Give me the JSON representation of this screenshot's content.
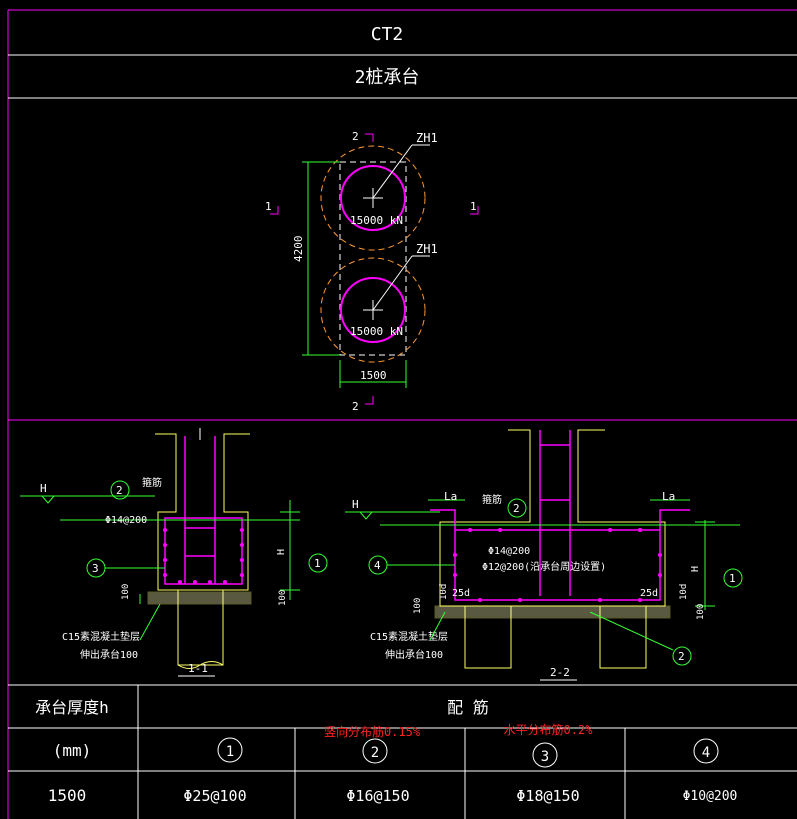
{
  "header": {
    "code": "CT2",
    "subtitle": "2桩承台"
  },
  "plan": {
    "section_1_left": "1",
    "section_1_right": "1",
    "section_2_top": "2",
    "section_2_bottom": "2",
    "pile_label_top": "ZH1",
    "pile_label_bottom": "ZH1",
    "pile_load_top": "15000 kN",
    "pile_load_bottom": "15000 kN",
    "dim_length": "4200",
    "dim_width": "1500"
  },
  "section_1_1": {
    "title": "1-1",
    "ground": "H",
    "stirrup": "箍筋",
    "top_bar": "Φ14@200",
    "height": "H",
    "dim_100": "100",
    "dim_100b": "100",
    "cushion_line1": "C15素混凝土垫层",
    "cushion_line2": "伸出承台100",
    "c1": "1",
    "c2": "2",
    "c3": "3"
  },
  "section_2_2": {
    "title": "2-2",
    "ground": "H",
    "la_left": "La",
    "la_right": "La",
    "stirrup": "箍筋",
    "top_bar": "Φ14@200",
    "side_bar": "Φ12@200(沿承台周边设置)",
    "cover_left": "25d",
    "cover_right": "25d",
    "dim_d_left": "10d",
    "dim_d_right": "10d",
    "dim_100": "100",
    "dim_100b": "100",
    "height": "H",
    "cushion_line1": "C15素混凝土垫层",
    "cushion_line2": "伸出承台100",
    "c1": "1",
    "c2": "2",
    "c4": "4"
  },
  "table": {
    "h_thickness": "承台厚度h",
    "h_rebar": "配    筋",
    "h_unit": "(mm)",
    "col1": "1",
    "col2": "2",
    "col3": "3",
    "col4": "4",
    "note_vertical": "竖向分布筋0.15%",
    "note_horizontal": "水平分布筋0.2%",
    "thickness": "1500",
    "bar1": "Φ25@100",
    "bar2": "Φ16@150",
    "bar3": "Φ18@150",
    "bar4": "Φ10@200"
  }
}
